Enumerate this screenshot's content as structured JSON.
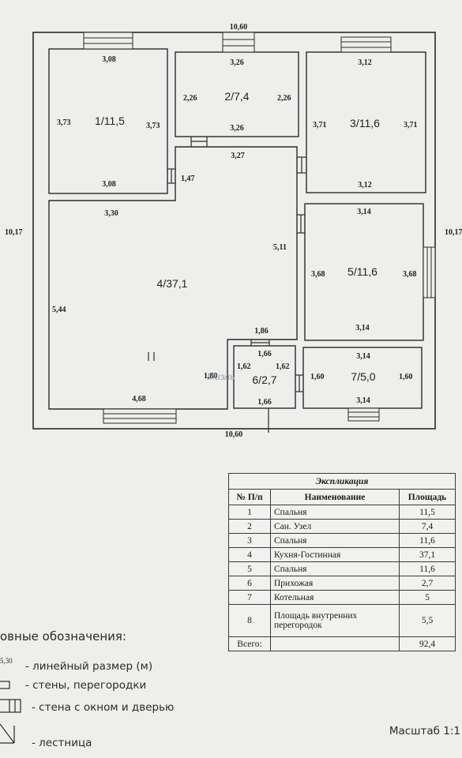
{
  "plan": {
    "outer": {
      "top": "10,60",
      "bottom": "10,60",
      "left": "10,17",
      "right": "10,17"
    },
    "rooms": [
      {
        "label": "1/11,5",
        "top": "3,08",
        "bottom": "3,08",
        "left": "3,73",
        "right": "3,73"
      },
      {
        "label": "2/7,4",
        "top": "3,26",
        "bottom": "3,26",
        "left": "2,26",
        "right": "2,26"
      },
      {
        "label": "3/11,6",
        "top": "3,12",
        "bottom": "3,12",
        "left": "3,71",
        "right": "3,71"
      },
      {
        "label": "4/37,1",
        "top": "3,30",
        "bottom": "4,68",
        "left": "5,44",
        "top_inner": "3,27",
        "side_inner": "1,47",
        "right_inner": "5,11",
        "bottom_inner": "1,86",
        "corner": "1,80"
      },
      {
        "label": "5/11,6",
        "top": "3,14",
        "bottom": "3,14",
        "left": "3,68",
        "right": "3,68"
      },
      {
        "label": "6/2,7",
        "top": "1,66",
        "bottom": "1,66",
        "left": "1,62",
        "right": "1,62"
      },
      {
        "label": "7/5,0",
        "top": "3,14",
        "bottom": "3,14",
        "left": "1,60",
        "right": "1,60"
      }
    ],
    "watermark": "Миэль"
  },
  "explication": {
    "title": "Экспликация",
    "headers": [
      "№ П/п",
      "Наименование",
      "Площадь"
    ],
    "rows": [
      {
        "n": "1",
        "name": "Спальня",
        "area": "11,5"
      },
      {
        "n": "2",
        "name": "Сан. Узел",
        "area": "7,4"
      },
      {
        "n": "3",
        "name": "Спальня",
        "area": "11,6"
      },
      {
        "n": "4",
        "name": "Кухня-Гостинная",
        "area": "37,1"
      },
      {
        "n": "5",
        "name": "Спальня",
        "area": "11,6"
      },
      {
        "n": "6",
        "name": "Прихожая",
        "area": "2,7"
      },
      {
        "n": "7",
        "name": "Котельная",
        "area": "5"
      },
      {
        "n": "8",
        "name": "Площадь внутренних перегородок",
        "area": "5,5"
      }
    ],
    "total_label": "Всего:",
    "total_value": "92,4"
  },
  "legend": {
    "title": "овные обозначения:",
    "items": [
      {
        "symbol": "5,30",
        "text": "- линейный размер (м)"
      },
      {
        "symbol": "",
        "text": "- стены, перегородки"
      },
      {
        "symbol": "",
        "text": "- стена с окном и дверью"
      },
      {
        "symbol": "",
        "text": "- лестница"
      }
    ]
  },
  "scale_label": "Масштаб 1:1"
}
